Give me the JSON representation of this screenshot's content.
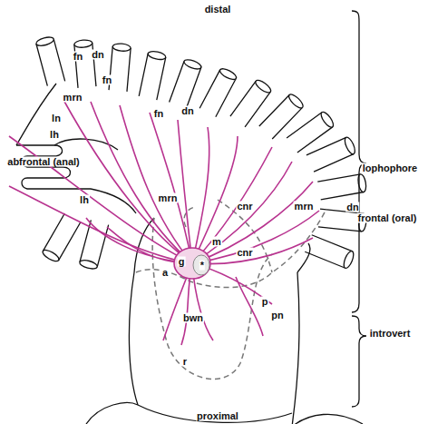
{
  "diagram": {
    "labels": [
      "distal",
      "fn",
      "dn",
      "fn",
      "mrn",
      "dn",
      "fn",
      "ln",
      "lh",
      "abfrontal (anal)",
      "lophophore",
      "lh",
      "mrn",
      "cnr",
      "mrn",
      "dn",
      "frontal (oral)",
      "m",
      "cnr",
      "g",
      "*",
      "a",
      "p",
      "pn",
      "bwn",
      "introvert",
      "r",
      "proximal"
    ]
  }
}
